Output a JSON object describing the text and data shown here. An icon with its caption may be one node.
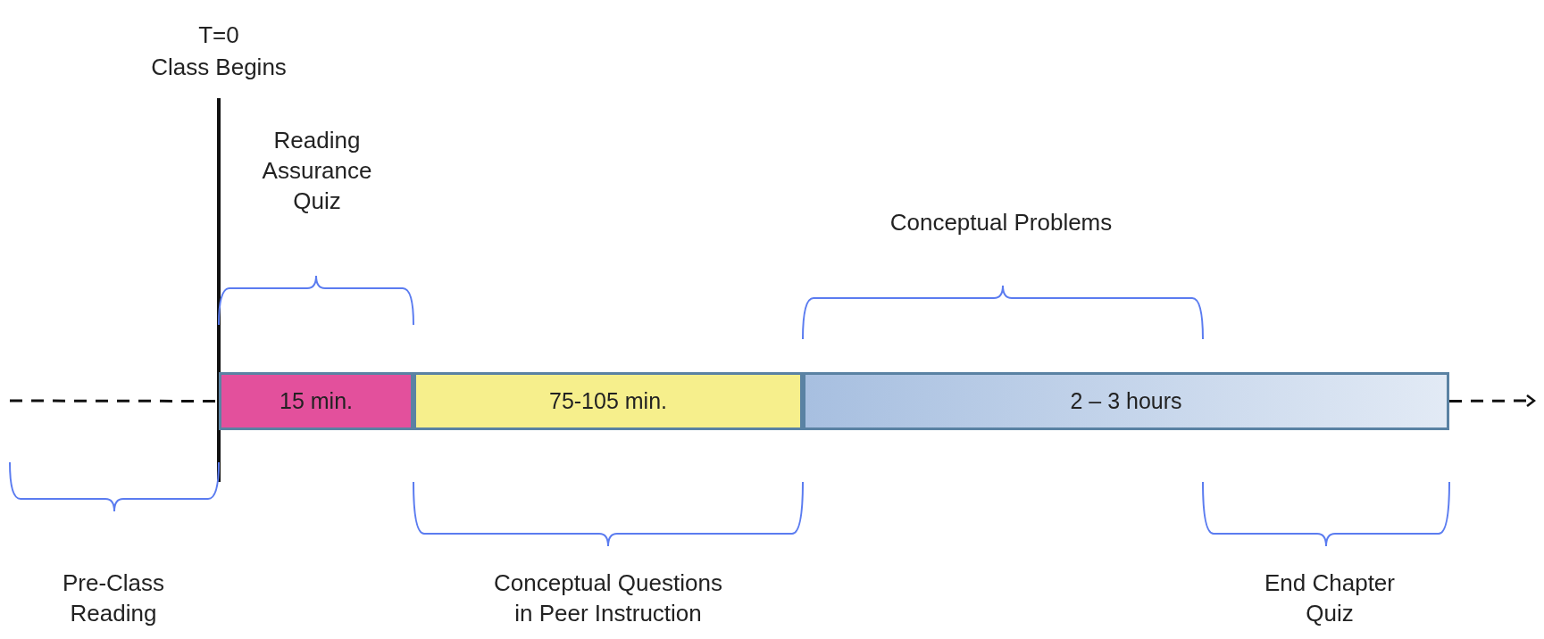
{
  "diagram": {
    "nodes": [
      {
        "text": [
          "15 min."
        ]
      },
      {
        "text": [
          "75-105 min."
        ]
      },
      {
        "text": [
          "2 – 3 hours"
        ]
      }
    ],
    "edges": [
      {
        "from": null,
        "to": 0,
        "arrow": "none",
        "style": "dashed"
      },
      {
        "from": 2,
        "to": null,
        "arrow": "to",
        "style": "dashed"
      }
    ],
    "labels": [
      "T=0",
      "Class Begins",
      "Reading Assurance Quiz",
      "Conceptual Problems",
      "Pre-Class Reading",
      "Conceptual Questions in Peer Instruction",
      "End Chapter Quiz"
    ]
  }
}
